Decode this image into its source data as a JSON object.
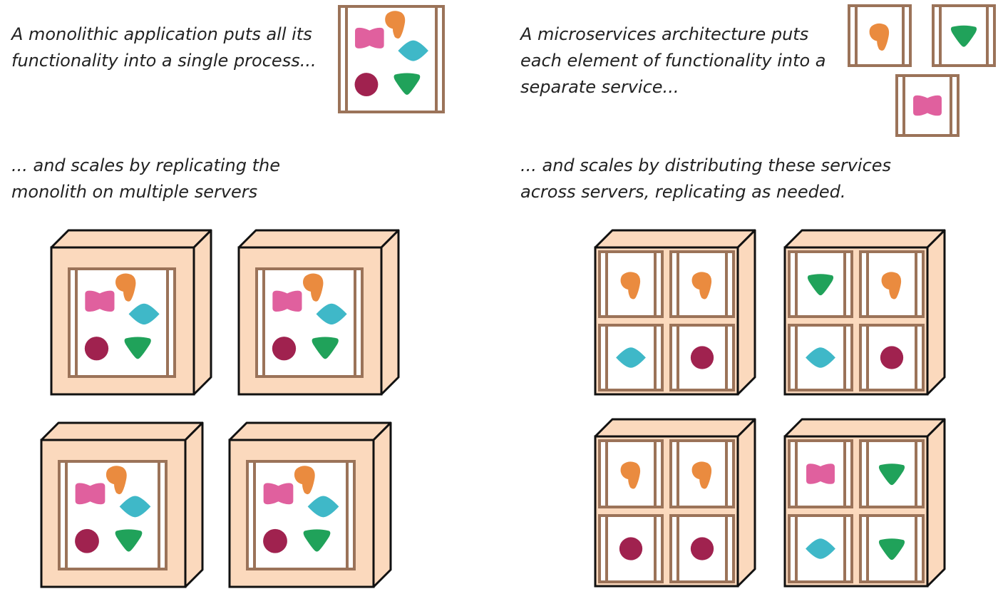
{
  "captions": {
    "monolith_intro": [
      "A monolithic application puts all its",
      "functionality into a single process..."
    ],
    "micro_intro": [
      "A microservices architecture puts",
      "each element of functionality into a",
      "separate service..."
    ],
    "monolith_scale": [
      "... and scales by replicating the",
      "monolith on multiple servers"
    ],
    "micro_scale": [
      "... and scales by distributing these services",
      "across servers, replicating as needed."
    ]
  },
  "colors": {
    "frame": "#9b7359",
    "server_fill": "#fbd9bd",
    "outline": "#111111",
    "pink": "#e0609e",
    "orange": "#ea8b3f",
    "cyan": "#3fb8c8",
    "maroon": "#a0224f",
    "green": "#20a25a"
  },
  "monolith_process": {
    "functions": [
      "pink-blob",
      "orange-blob",
      "cyan-diamond",
      "maroon-circle",
      "green-triangle"
    ]
  },
  "micro_services": [
    {
      "shape": "orange-blob"
    },
    {
      "shape": "green-triangle"
    },
    {
      "shape": "pink-blob"
    }
  ],
  "monolith_servers": [
    {
      "functions": [
        "pink-blob",
        "orange-blob",
        "cyan-diamond",
        "maroon-circle",
        "green-triangle"
      ]
    },
    {
      "functions": [
        "pink-blob",
        "orange-blob",
        "cyan-diamond",
        "maroon-circle",
        "green-triangle"
      ]
    },
    {
      "functions": [
        "pink-blob",
        "orange-blob",
        "cyan-diamond",
        "maroon-circle",
        "green-triangle"
      ]
    },
    {
      "functions": [
        "pink-blob",
        "orange-blob",
        "cyan-diamond",
        "maroon-circle",
        "green-triangle"
      ]
    }
  ],
  "micro_servers": [
    {
      "services": [
        "orange-blob",
        "orange-blob",
        "cyan-diamond",
        "maroon-circle"
      ]
    },
    {
      "services": [
        "green-triangle",
        "orange-blob",
        "cyan-diamond",
        "maroon-circle"
      ]
    },
    {
      "services": [
        "orange-blob",
        "orange-blob",
        "maroon-circle",
        "maroon-circle"
      ]
    },
    {
      "services": [
        "pink-blob",
        "green-triangle",
        "cyan-diamond",
        "green-triangle"
      ]
    }
  ]
}
